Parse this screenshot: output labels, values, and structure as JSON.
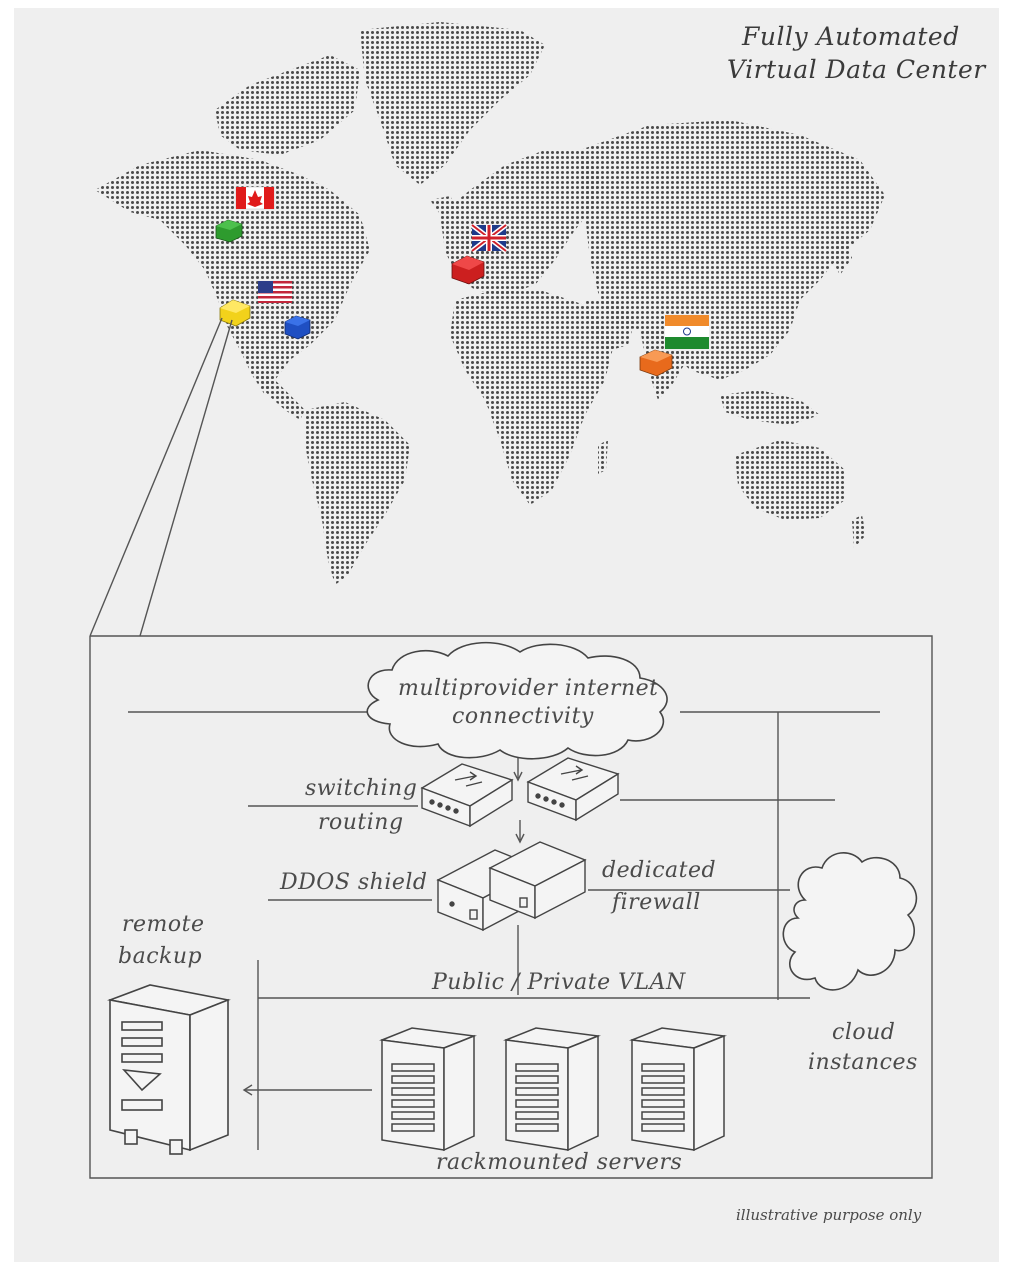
{
  "title": {
    "line1": "Fully Automated",
    "line2": "Virtual Data Center"
  },
  "map": {
    "markers": [
      {
        "name": "canada",
        "flag": "canada-flag-icon",
        "cube_color": "#2e9b2e"
      },
      {
        "name": "usa-west",
        "flag": "usa-flag-icon",
        "cube_color": "#f2d21b"
      },
      {
        "name": "usa-east",
        "flag": "",
        "cube_color": "#1f4fc2"
      },
      {
        "name": "uk",
        "flag": "uk-flag-icon",
        "cube_color": "#cc1f1f"
      },
      {
        "name": "india",
        "flag": "india-flag-icon",
        "cube_color": "#e86a1c"
      }
    ],
    "dot_color": "#4a4a4a"
  },
  "diagram": {
    "internet_label_1": "multiprovider internet",
    "internet_label_2": "connectivity",
    "switching_label": "switching",
    "routing_label": "routing",
    "ddos_label": "DDOS shield",
    "dedicated_label": "dedicated",
    "firewall_label": "firewall",
    "remote_label": "remote",
    "backup_label": "backup",
    "vlan_label": "Public / Private VLAN",
    "cloud_label": "cloud",
    "instances_label": "instances",
    "rack_label": "rackmounted servers"
  },
  "footer": {
    "note": "illustrative purpose only"
  }
}
